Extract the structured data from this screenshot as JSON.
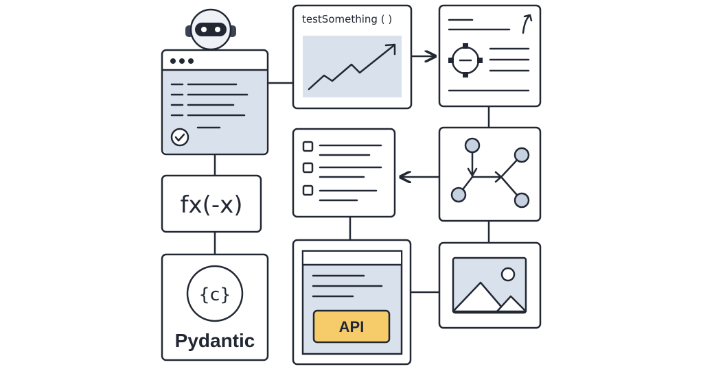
{
  "labels": {
    "test_function": "testSomething ( )",
    "formula": "fx(-x)",
    "brand_name": "Pydantic",
    "brand_symbol": "{c}",
    "api_button": "API"
  },
  "icons": {
    "robot": "robot-icon",
    "checkmark": "check-circle-icon",
    "trend": "trend-up-icon",
    "target": "target-icon",
    "checklist": "checklist-icon",
    "graph": "network-graph-icon",
    "image": "image-icon",
    "arrow": "curved-arrow-icon"
  },
  "colors": {
    "stroke": "#222833",
    "panel_fill": "#d9e1ec",
    "api_fill": "#f6cc6b",
    "node_fill": "#c7d2e1",
    "background": "#ffffff"
  }
}
